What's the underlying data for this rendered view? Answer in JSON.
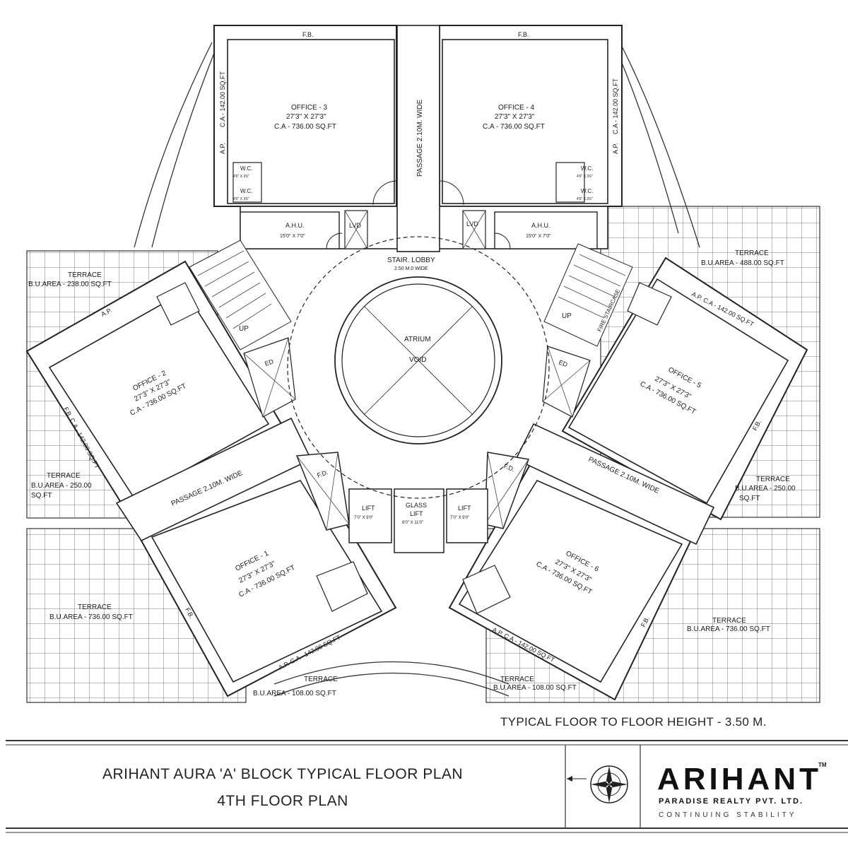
{
  "title": {
    "line1": "ARIHANT AURA 'A' BLOCK TYPICAL FLOOR PLAN",
    "line2": "4TH FLOOR PLAN"
  },
  "note": "TYPICAL FLOOR TO FLOOR HEIGHT - 3.50 M.",
  "brand": {
    "name": "ARIHANT",
    "tm": "TM",
    "company": "PARADISE REALTY PVT. LTD.",
    "tagline": "CONTINUING STABILITY"
  },
  "compass_icon": "compass-rose-icon",
  "offices": {
    "o1": {
      "name": "OFFICE - 1",
      "size": "27'3\" X 27'3\"",
      "area": "C.A - 736.00 SQ.FT"
    },
    "o2": {
      "name": "OFFICE - 2",
      "size": "27'3\" X 27'3\"",
      "area": "C.A - 736.00 SQ.FT"
    },
    "o3": {
      "name": "OFFICE - 3",
      "size": "27'3\" X 27'3\"",
      "area": "C.A - 736.00 SQ.FT"
    },
    "o4": {
      "name": "OFFICE - 4",
      "size": "27'3\" X 27'3\"",
      "area": "C.A - 736.00 SQ.FT"
    },
    "o5": {
      "name": "OFFICE - 5",
      "size": "27'3\" X 27'3\"",
      "area": "C.A - 736.00 SQ.FT"
    },
    "o6": {
      "name": "OFFICE - 6",
      "size": "27'3\" X 27'3\"",
      "area": "C.A - 736.00 SQ.FT"
    }
  },
  "terraces": {
    "label": "TERRACE",
    "t_top_left": "B.U.AREA - 238.00 SQ.FT",
    "t_top_right": "B.U.AREA - 488.00 SQ.FT",
    "t_mid_left": "B.U.AREA - 250.00",
    "t_mid_left_unit": "SQ.FT",
    "t_mid_right": "B.U.AREA - 250.00",
    "t_mid_right_unit": "SQ.FT",
    "t_bottom_left": "B.U.AREA - 736.00 SQ.FT",
    "t_bottom_right": "B.U.AREA - 736.00 SQ.FT",
    "t_small_left": "B.U.AREA - 108.00 SQ.FT",
    "t_small_right": "B.U.AREA - 108.00 SQ.FT"
  },
  "labels": {
    "fb": "F.B.",
    "ap": "A.P.",
    "ca_142": "C.A - 142.00 SQ.FT",
    "apca_142": "A.P. C.A - 142.00 SQ.FT",
    "fbca_142": "F.B. C.A - 142.00 SQ.FT",
    "wc": "W.C.",
    "wc_size": "4'6\" X 3'6\"",
    "ahu": "A.H.U.",
    "ahu_size": "15'0\" X 7'0\"",
    "lvd": "LVD",
    "stair_lobby": "STAIR. LOBBY",
    "stair_lobby_width": "2.50 M.0 WIDE",
    "atrium": "ATRIUM",
    "void": "VOID",
    "up": "UP",
    "fire_staircase": "FIRE STAIRCASE",
    "ed": "ED",
    "fd": "F.D.",
    "lift": "LIFT",
    "lift_size": "7'0\" X 9'0\"",
    "glass": "GLASS",
    "glass_lift_size": "8'0\" X 11'0\"",
    "passage": "PASSAGE 2.10M. WIDE"
  }
}
